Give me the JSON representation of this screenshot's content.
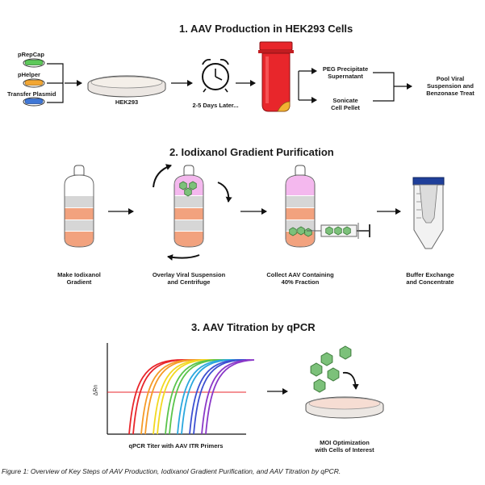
{
  "section1": {
    "title": "1. AAV Production in HEK293 Cells",
    "plasmids": [
      "pRepCap",
      "pHelper",
      "Transfer Plasmid"
    ],
    "dish_label": "HEK293",
    "timer_label": "2-5 Days Later...",
    "branch_top": [
      "PEG Precipitate",
      "Supernatant"
    ],
    "branch_bottom": [
      "Sonicate",
      "Cell Pellet"
    ],
    "final": [
      "Pool Viral",
      "Suspension and",
      "Benzonase Treat"
    ],
    "colors": {
      "pRepCap": "#5dc85a",
      "pHelper": "#f2a633",
      "transfer": "#3f77d6",
      "tube": "#e8262b",
      "pellet": "#f2b233"
    }
  },
  "section2": {
    "title": "2. Iodixanol Gradient Purification",
    "steps": [
      [
        "Make Iodixanol",
        "Gradient"
      ],
      [
        "Overlay Viral Suspension",
        "and Centrifuge"
      ],
      [
        "Collect AAV Containing",
        "40% Fraction"
      ],
      [
        "Buffer Exchange",
        "and Concentrate"
      ]
    ],
    "colors": {
      "pink": "#f4b8ee",
      "grey": "#d6d6d6",
      "salmon": "#f2a27e",
      "virus": "#7cc17a"
    }
  },
  "section3": {
    "title": "3. AAV Titration by qPCR",
    "ylabel": "ΔRn",
    "qpcr_label": "qPCR Titer with AAV ITR Primers",
    "moi_label": [
      "MOI Optimization",
      "with Cells of Interest"
    ],
    "curve_colors": [
      "#e8262b",
      "#f59a26",
      "#f2d820",
      "#5ac44b",
      "#2aa7de",
      "#3c4fd1",
      "#8a38c8"
    ]
  },
  "caption": "Figure 1: Overview of Key Steps of AAV Production, Iodixanol Gradient Purification, and AAV Titration by qPCR."
}
